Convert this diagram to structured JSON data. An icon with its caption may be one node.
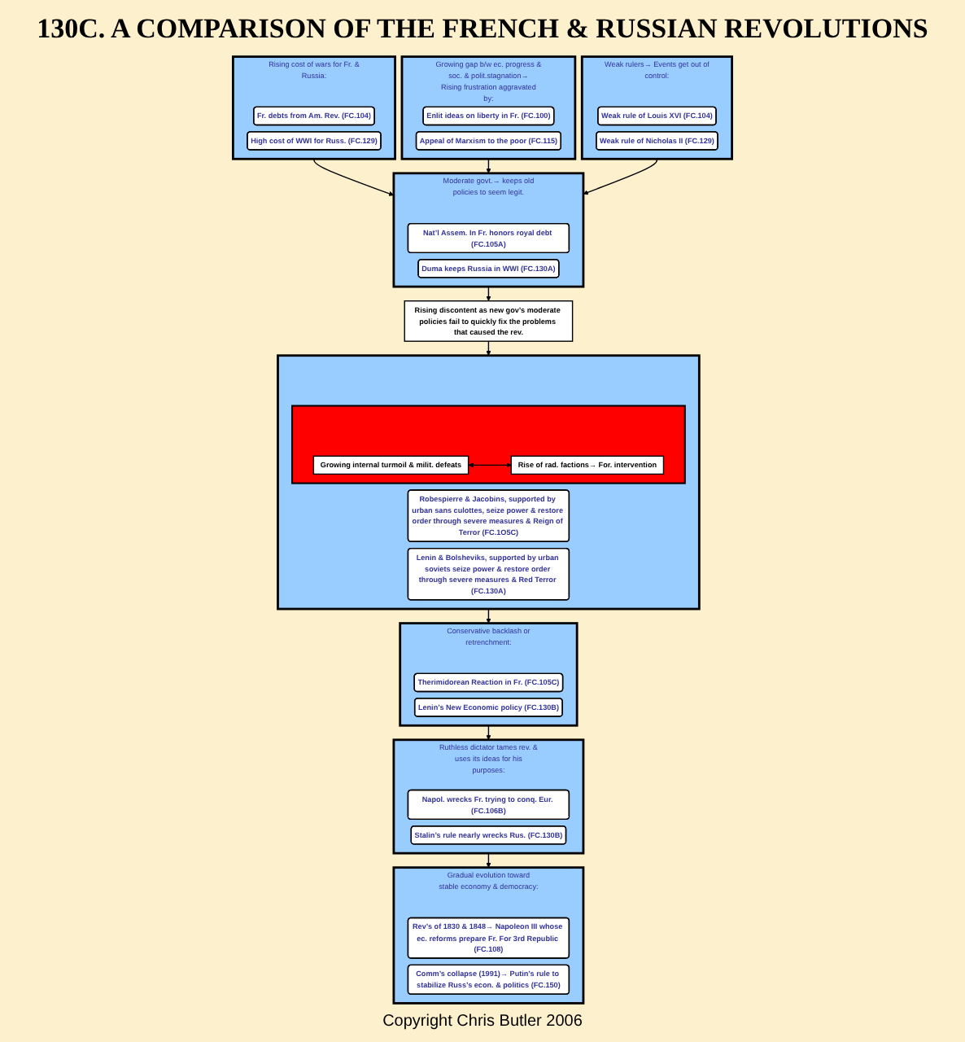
{
  "diagram": {
    "title": "130C. A COMPARISON OF THE FRENCH & RUSSIAN REVOLUTIONS",
    "caption": "Copyright Chris Butler 2006",
    "nodes": [
      {
        "text": [
          "Rising cost of wars for Fr. & Russia:"
        ]
      },
      {
        "text": [
          "Fr. debts from Am. Rev. (FC.104)"
        ],
        "in": 0
      },
      {
        "text": [
          "High cost of WWI for Russ. (FC.129)"
        ],
        "in": 0
      },
      {
        "text": [
          "Growing gap b/w ec. progress & soc. & polit.stagnation→ Rising frustration aggravated by:"
        ]
      },
      {
        "text": [
          "Enlit ideas on liberty in Fr. (FC.100)"
        ],
        "in": 3
      },
      {
        "text": [
          "Appeal of Marxism to the poor (FC.115)"
        ],
        "in": 3
      },
      {
        "text": [
          "Weak rulers→ Events get out of control:"
        ]
      },
      {
        "text": [
          "Weak rule of Louis XVI (FC.104)"
        ],
        "in": 6
      },
      {
        "text": [
          "Weak rule of Nicholas II (FC.129)"
        ],
        "in": 6
      },
      {
        "text": [
          "Moderate govt.→ keeps old policies to seem legit."
        ]
      },
      {
        "text": [
          "Nat’l Assem. In Fr. honors royal debt (FC.105A)"
        ],
        "in": 9
      },
      {
        "text": [
          "Duma keeps Russia in WWI (FC.130A)"
        ],
        "in": 9
      },
      {
        "text": [
          "Rising discontent as new gov’s moderate policies fail to quickly fix the problems that caused the rev."
        ]
      },
      {
        "text": [],
        "shape": "box"
      },
      {
        "text": [],
        "shape": "bar",
        "in": 13
      },
      {
        "text": [
          "Growing internal turmoil & milit. defeats"
        ],
        "in": 14
      },
      {
        "text": [
          "Rise of rad. factions→ For. intervention"
        ],
        "in": 14
      },
      {
        "text": [
          "Robespierre & Jacobins, supported by urban sans culottes, seize power & restore order through severe measures & Reign of Terror (FC.1O5C)"
        ],
        "in": 13
      },
      {
        "text": [
          "Lenin & Bolsheviks, supported by urban soviets seize power & restore order through severe measures & Red Terror (FC.130A)"
        ],
        "in": 13
      },
      {
        "text": [
          "Conservative backlash or retrenchment:"
        ]
      },
      {
        "text": [
          "Therimidorean Reaction in Fr. (FC.105C)"
        ],
        "in": 19
      },
      {
        "text": [
          "Lenin’s New Economic policy (FC.130B)"
        ],
        "in": 19
      },
      {
        "text": [
          "Ruthless dictator tames rev. & uses its ideas for his purposes:"
        ]
      },
      {
        "text": [
          "Napol. wrecks Fr. trying to conq. Eur. (FC.106B)"
        ],
        "in": 22
      },
      {
        "text": [
          "Stalin’s rule nearly wrecks Rus. (FC.130B)"
        ],
        "in": 22
      },
      {
        "text": [
          "Gradual evolution toward stable economy & democracy:"
        ]
      },
      {
        "text": [
          "Rev’s of 1830 & 1848→ Napoleon III whose ec. reforms prepare Fr. For 3rd Republic (FC.108)"
        ],
        "in": 25
      },
      {
        "text": [
          "Comm’s collapse (1991)→ Putin’s rule to stabilize Russ’s econ. & politics (FC.150)"
        ],
        "in": 25
      }
    ],
    "edges": [
      {
        "from": 0,
        "to": 9,
        "arrow": "to"
      },
      {
        "from": 3,
        "to": 9,
        "arrow": "to"
      },
      {
        "from": 6,
        "to": 9,
        "arrow": "to"
      },
      {
        "from": 9,
        "to": 12,
        "arrow": "to"
      },
      {
        "from": 12,
        "to": 13,
        "arrow": "to"
      },
      {
        "from": 15,
        "to": 16,
        "arrow": "both"
      },
      {
        "from": 13,
        "to": 19,
        "arrow": "to"
      },
      {
        "from": 19,
        "to": 22,
        "arrow": "to"
      },
      {
        "from": 22,
        "to": 25,
        "arrow": "to"
      }
    ]
  }
}
